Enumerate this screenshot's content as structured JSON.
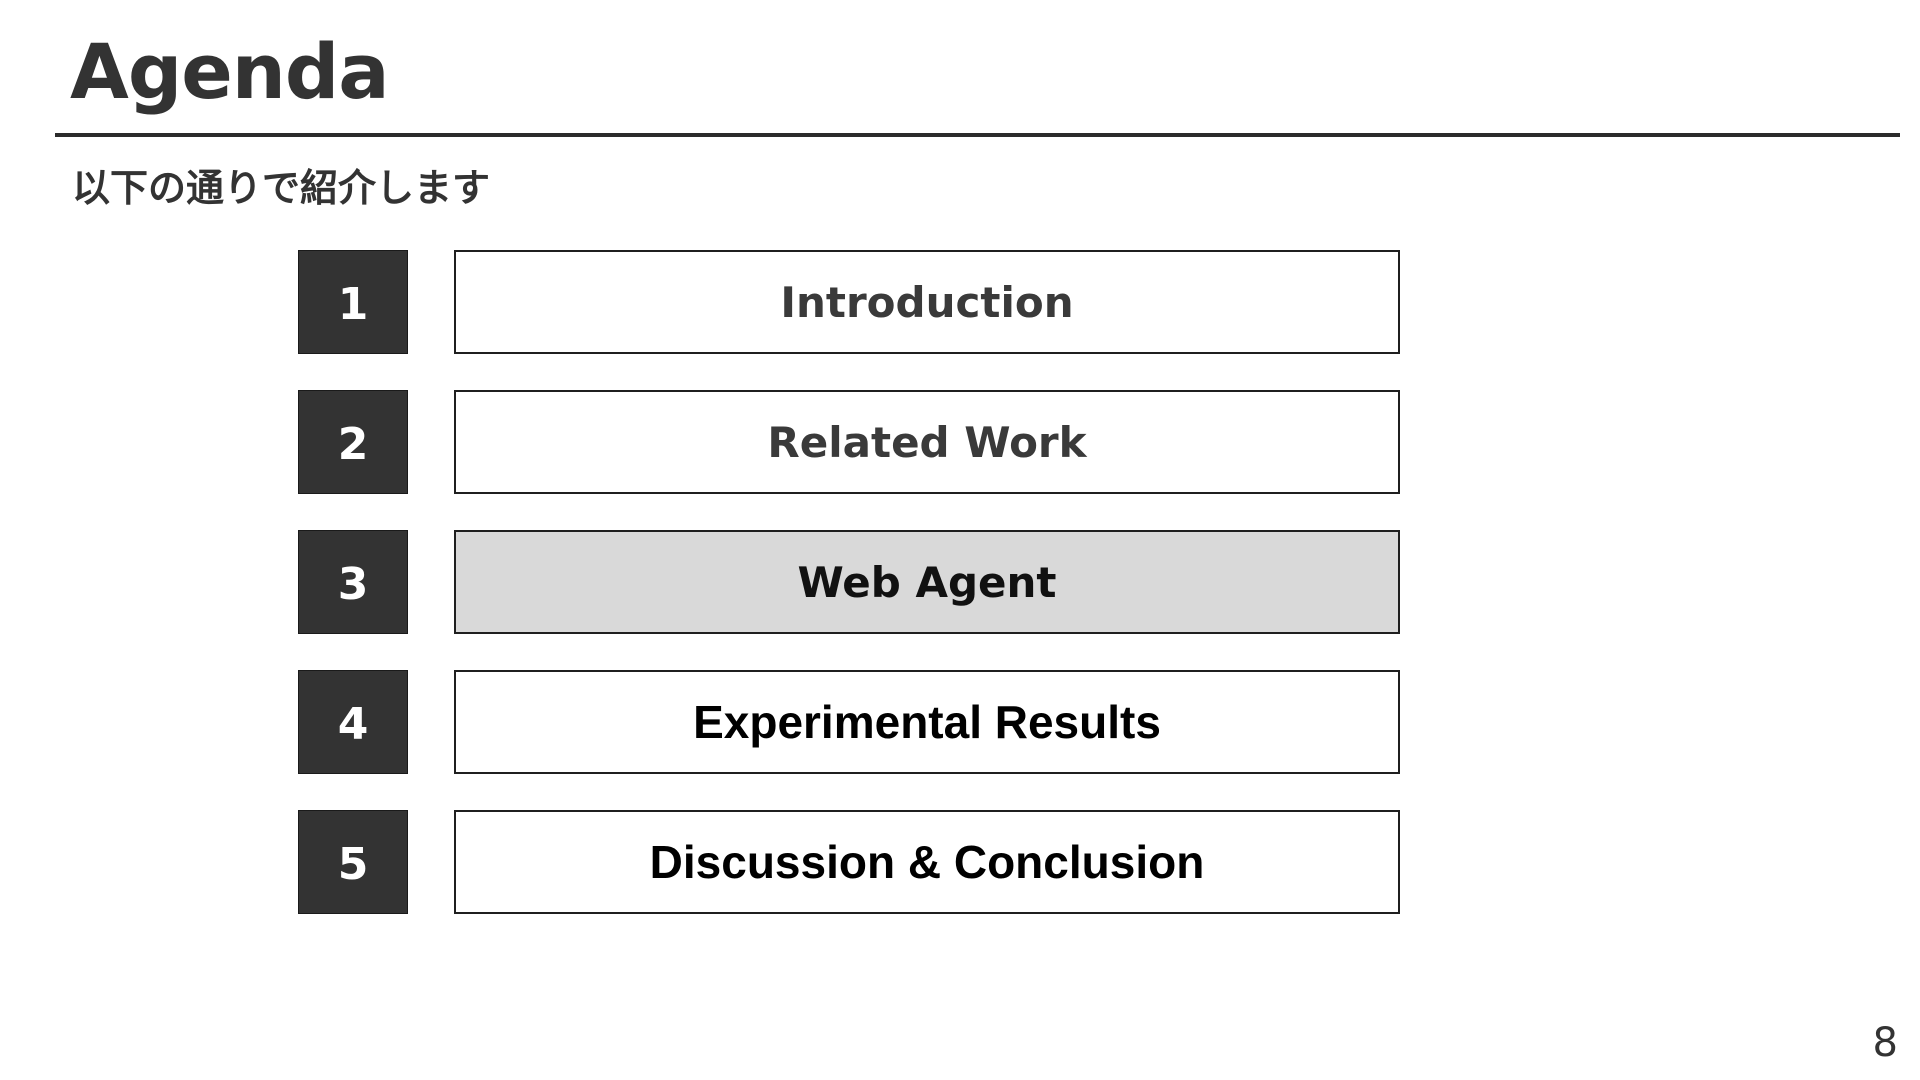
{
  "slide": {
    "title": "Agenda",
    "subtitle": "以下の通りで紹介します",
    "page_number": "8"
  },
  "agenda": {
    "items": [
      {
        "number": "1",
        "label": "Introduction"
      },
      {
        "number": "2",
        "label": "Related Work"
      },
      {
        "number": "3",
        "label": "Web Agent"
      },
      {
        "number": "4",
        "label": "Experimental Results"
      },
      {
        "number": "5",
        "label": "Discussion & Conclusion"
      }
    ]
  },
  "colors": {
    "number_box_bg": "#333333",
    "highlight_bg": "#d9d9d9",
    "title_text": "#333333"
  }
}
